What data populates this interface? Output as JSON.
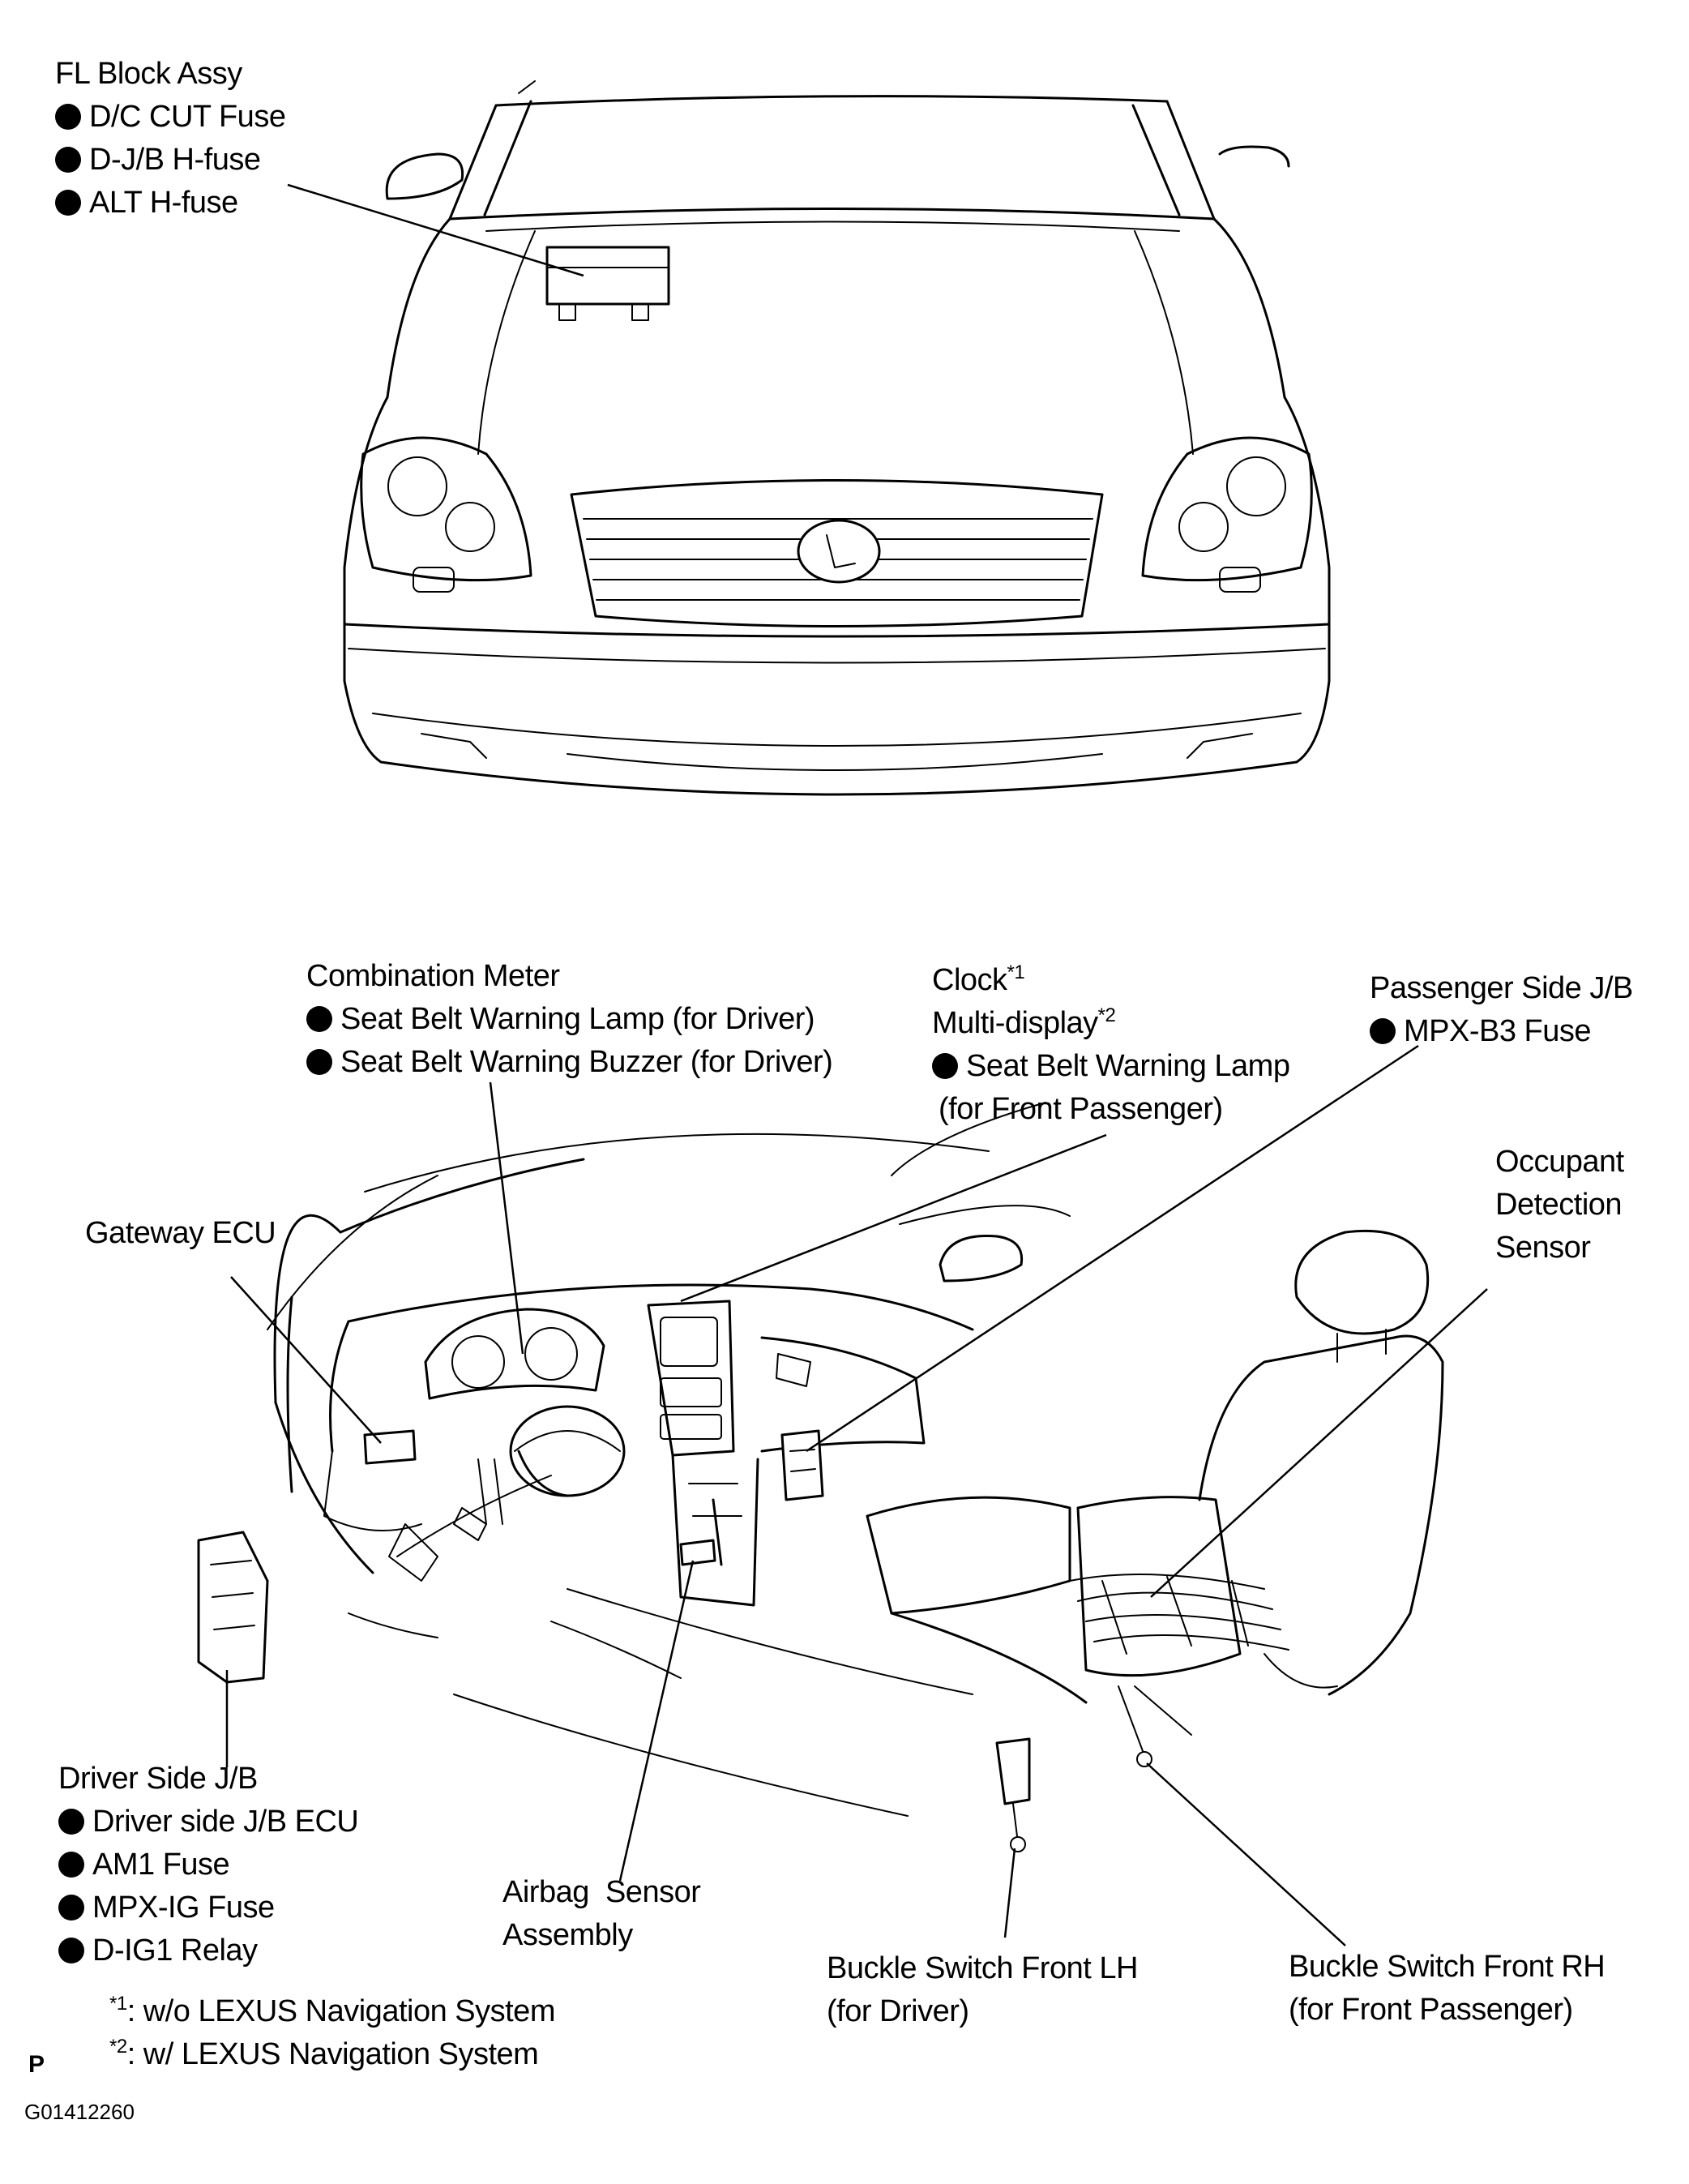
{
  "labels": {
    "fl_block": {
      "title": "FL Block Assy",
      "items": [
        "D/C CUT Fuse",
        "D-J/B H-fuse",
        "ALT H-fuse"
      ]
    },
    "combination_meter": {
      "title": "Combination Meter",
      "items": [
        "Seat Belt Warning Lamp (for Driver)",
        "Seat Belt Warning Buzzer (for Driver)"
      ]
    },
    "clock": {
      "title": "Clock",
      "title_mark": "*1",
      "subtitle": "Multi-display",
      "subtitle_mark": "*2",
      "items": [
        "Seat Belt Warning Lamp"
      ],
      "item_note": "(for Front Passenger)"
    },
    "passenger_jb": {
      "title": "Passenger Side J/B",
      "items": [
        "MPX-B3 Fuse"
      ]
    },
    "occupant_sensor": {
      "lines": [
        "Occupant",
        "Detection",
        "Sensor"
      ]
    },
    "gateway_ecu": {
      "title": "Gateway ECU"
    },
    "driver_jb": {
      "title": "Driver Side J/B",
      "items": [
        "Driver side J/B ECU",
        "AM1 Fuse",
        "MPX-IG Fuse",
        "D-IG1 Relay"
      ]
    },
    "airbag_sensor": {
      "lines": [
        "Airbag  Sensor",
        "Assembly"
      ]
    },
    "buckle_lh": {
      "lines": [
        "Buckle Switch Front LH",
        "(for Driver)"
      ]
    },
    "buckle_rh": {
      "lines": [
        "Buckle Switch Front RH",
        "(for Front Passenger)"
      ]
    },
    "footnotes": [
      {
        "mark": "*1",
        "text": ": w/o LEXUS Navigation System"
      },
      {
        "mark": "*2",
        "text": ": w/ LEXUS Navigation System"
      }
    ],
    "page_mark": "P",
    "figure_code": "G01412260"
  }
}
